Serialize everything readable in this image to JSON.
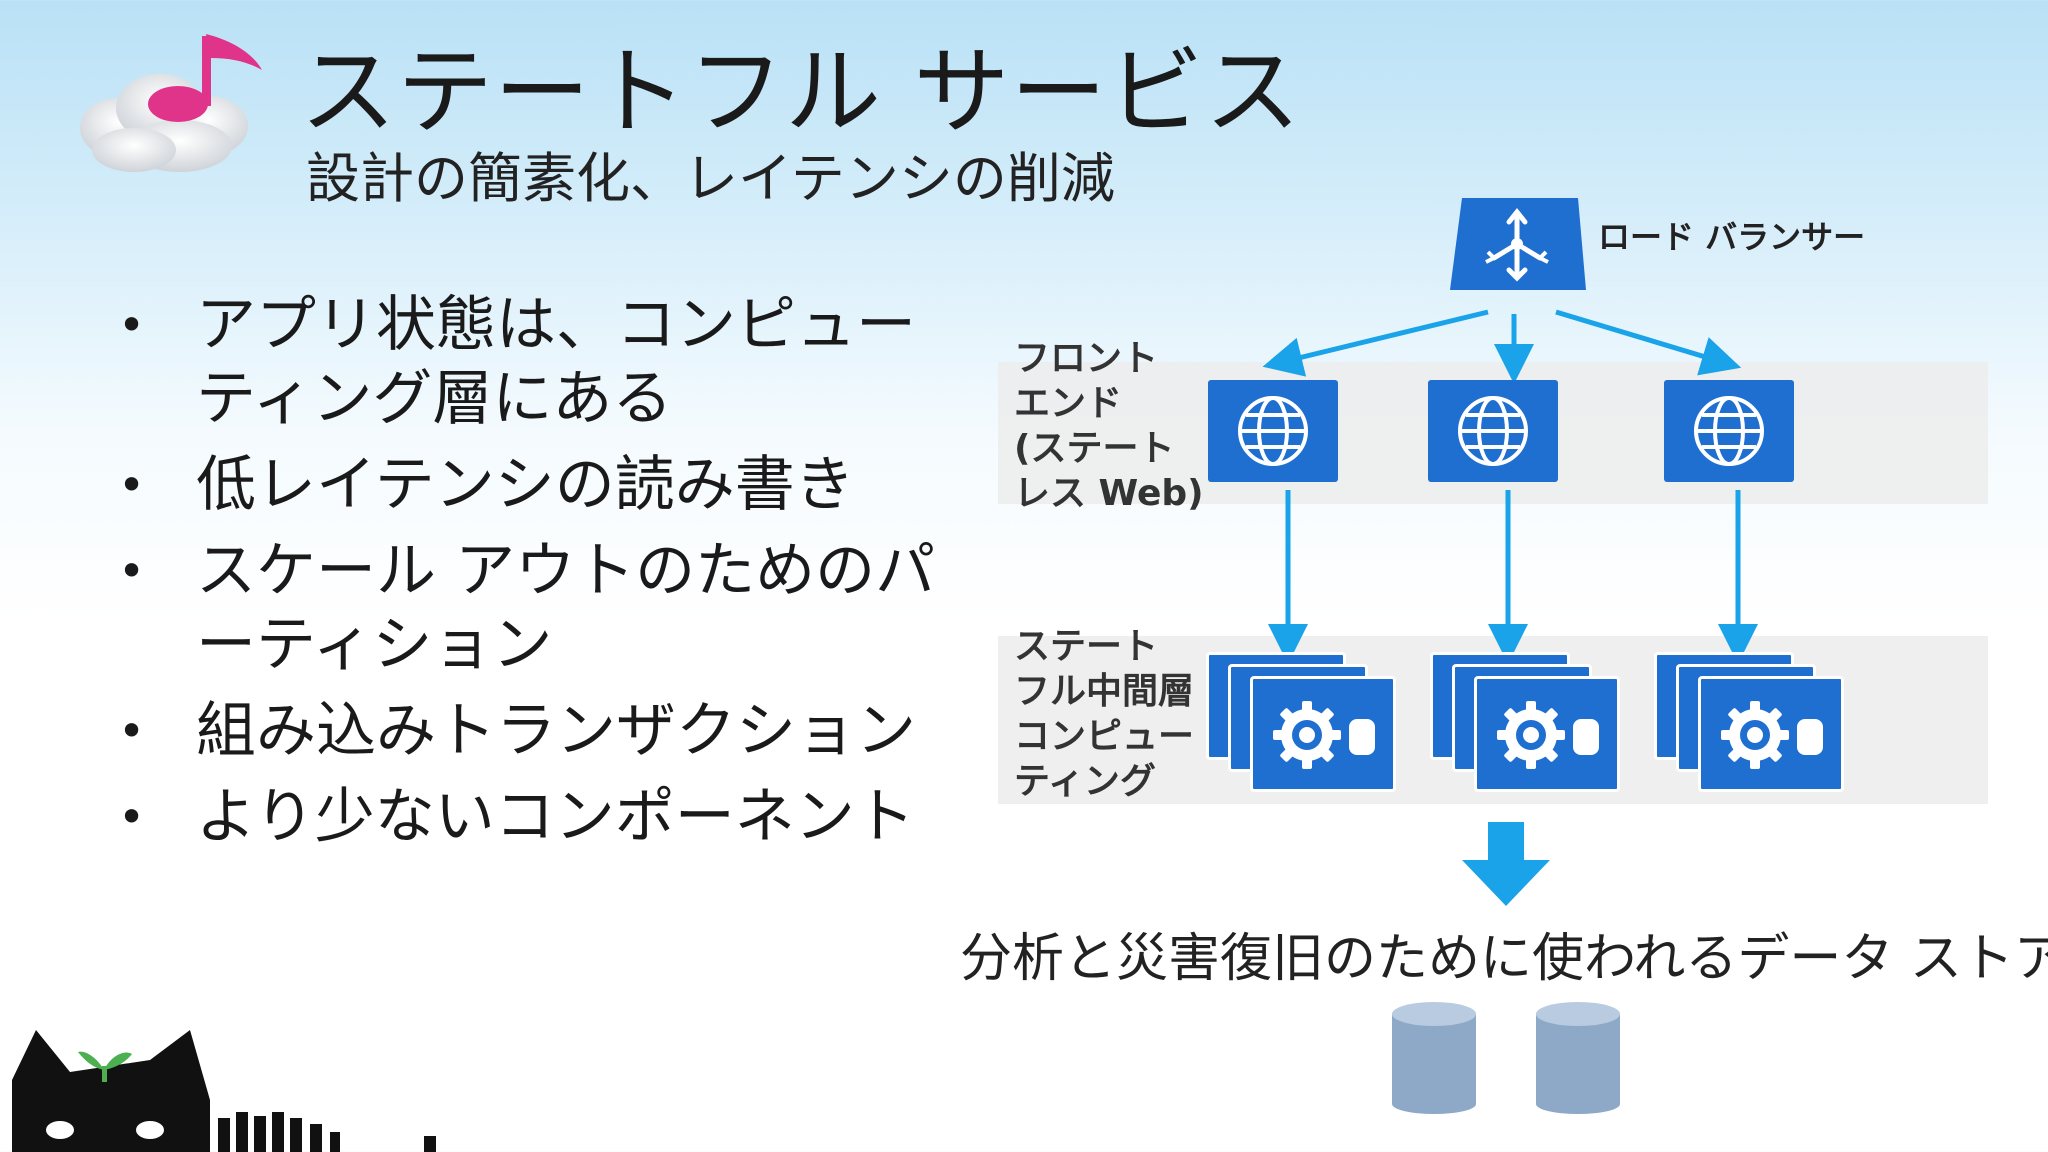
{
  "slide": {
    "title": "ステートフル サービス",
    "subtitle": "設計の簡素化、レイテンシの削減"
  },
  "bullets": [
    "アプリ状態は、コンピューティング層にある",
    "低レイテンシの読み書き",
    "スケール アウトのためのパーティション",
    "組み込みトランザクション",
    "より少ないコンポーネント"
  ],
  "diagram": {
    "load_balancer_label": "ロード バランサー",
    "frontend_tier_label": "フロント\nエンド\n(ステート\nレス Web)",
    "stateful_tier_label": "ステート\nフル中間層\nコンピュー\nティング",
    "datastore_label": "分析と災害復旧のために使われるデータ ストア",
    "icons": {
      "load_balancer": "load-balancer-icon",
      "frontend": "globe-icon",
      "stateful": "gear-database-icon",
      "datastore": "database-icon"
    },
    "colors": {
      "azure_blue": "#1f6fd0",
      "arrow": "#1aa3e8",
      "database": "#8ea9c8"
    }
  }
}
